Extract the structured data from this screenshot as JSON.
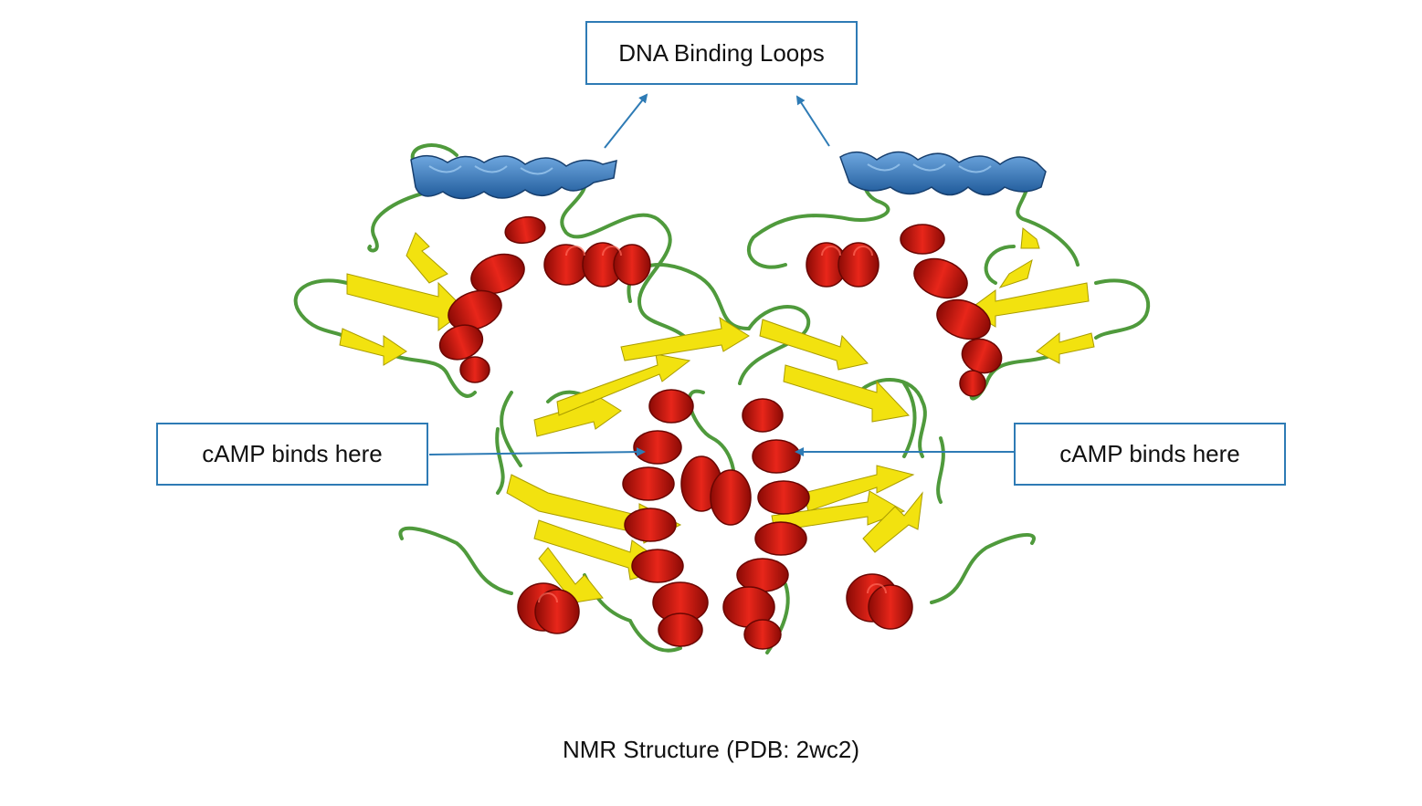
{
  "labels": {
    "dna_binding": "DNA Binding Loops",
    "camp_left": "cAMP binds here",
    "camp_right": "cAMP binds here"
  },
  "caption": "NMR Structure (PDB: 2wc2)",
  "colors": {
    "helix_dna": "#3a7cc6",
    "helix": "#d81a0e",
    "sheet": "#f2e20f",
    "loop": "#4f9a3c",
    "annotation": "#2e7bb5"
  }
}
